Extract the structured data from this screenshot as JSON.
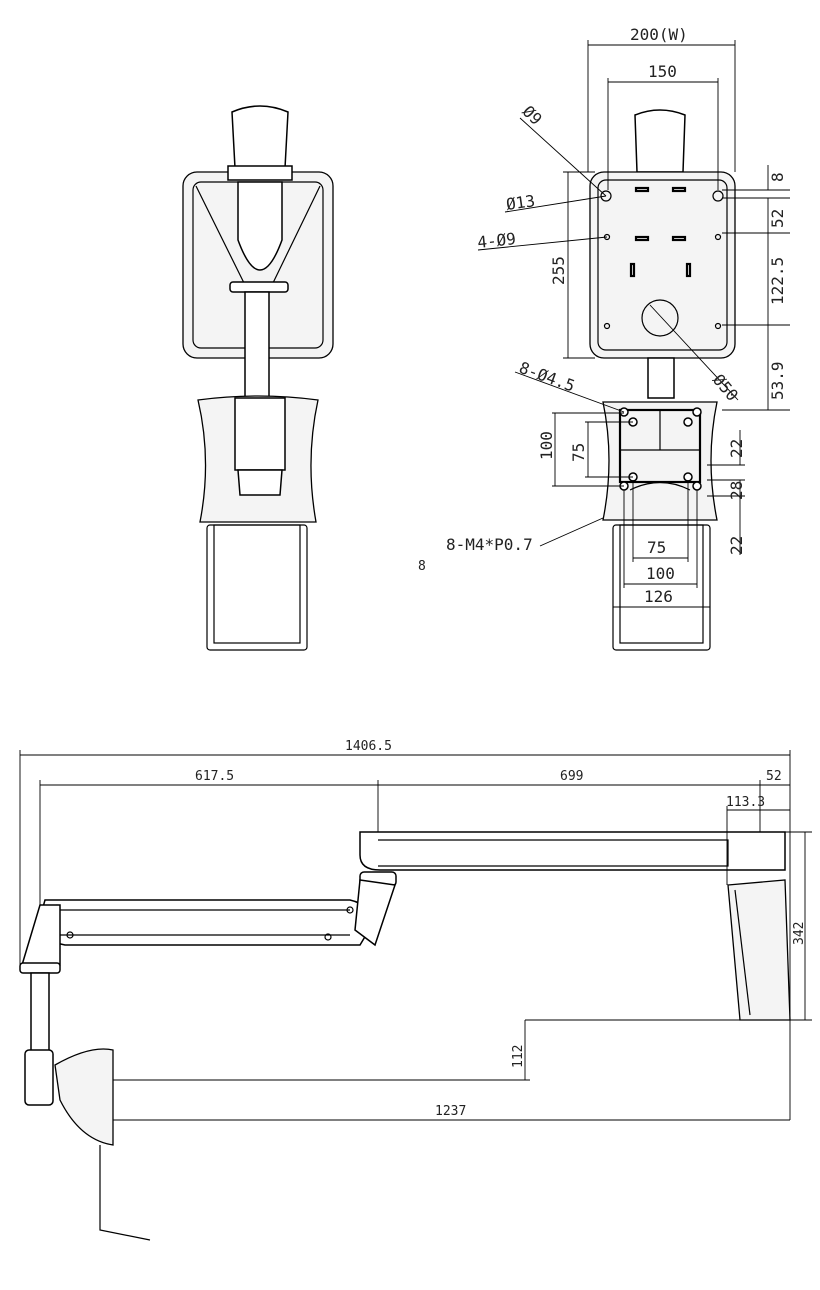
{
  "drawing": {
    "stray_label": "8",
    "back_view": {
      "width_label": "200(W)",
      "inner_width": "150",
      "hole_d9": "Ø9",
      "hole_d13": "Ø13",
      "holes_4_d9": "4-Ø9",
      "height": "255",
      "top_offset": "8",
      "spacing_52": "52",
      "spacing_122": "122.5",
      "hole_d50": "Ø50",
      "offset_53": "53.9"
    },
    "bracket": {
      "holes": "8-Ø4.5",
      "vesa_100_v": "100",
      "vesa_75_v": "75",
      "dim_22_top": "22",
      "dim_28": "28",
      "dim_22_bottom": "22",
      "thread": "8-M4*P0.7",
      "vesa_75_h": "75",
      "vesa_100_h": "100",
      "width_126": "126"
    },
    "side_view": {
      "total_reach": "1406.5",
      "lower_arm": "617.5",
      "upper_arm": "699",
      "end_offset": "52",
      "head_offset": "113.3",
      "height_342": "342",
      "drop_112": "112",
      "reach_1237": "1237"
    }
  }
}
